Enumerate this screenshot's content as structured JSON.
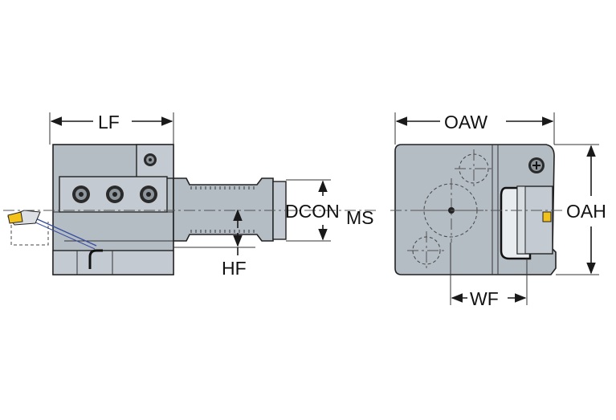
{
  "dimensions": {
    "lf": "LF",
    "oaw": "OAW",
    "dcon": "DCON",
    "dcon_sub": "MS",
    "oah": "OAH",
    "hf": "HF",
    "wf": "WF"
  },
  "colors": {
    "body": "#b4bcc4",
    "insert": "#f2c21b",
    "line": "#1a1a1a"
  }
}
